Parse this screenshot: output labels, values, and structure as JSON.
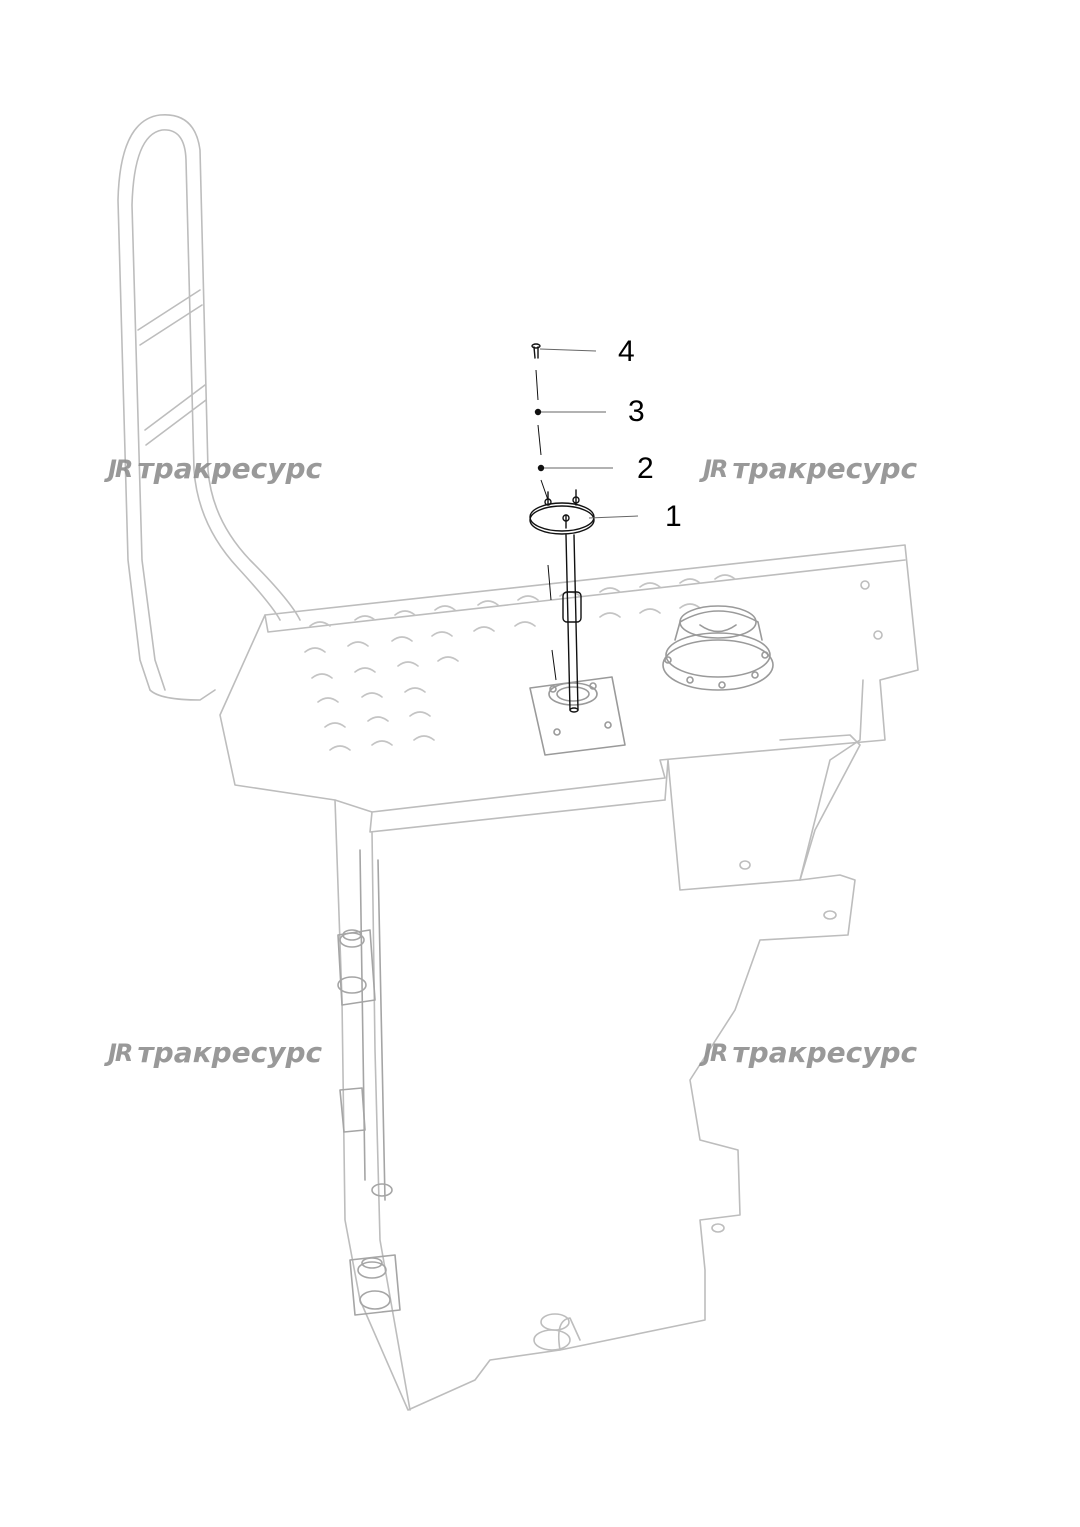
{
  "watermark": {
    "logo": "JR",
    "text": "тракресурс"
  },
  "callouts": [
    {
      "number": "4",
      "part": "screw"
    },
    {
      "number": "3",
      "part": "washer"
    },
    {
      "number": "2",
      "part": "washer"
    },
    {
      "number": "1",
      "part": "fuel-level-sensor"
    }
  ],
  "colors": {
    "outline_light": "#bdbdbd",
    "outline_dark": "#111111",
    "watermark": "#8e8e8e"
  }
}
